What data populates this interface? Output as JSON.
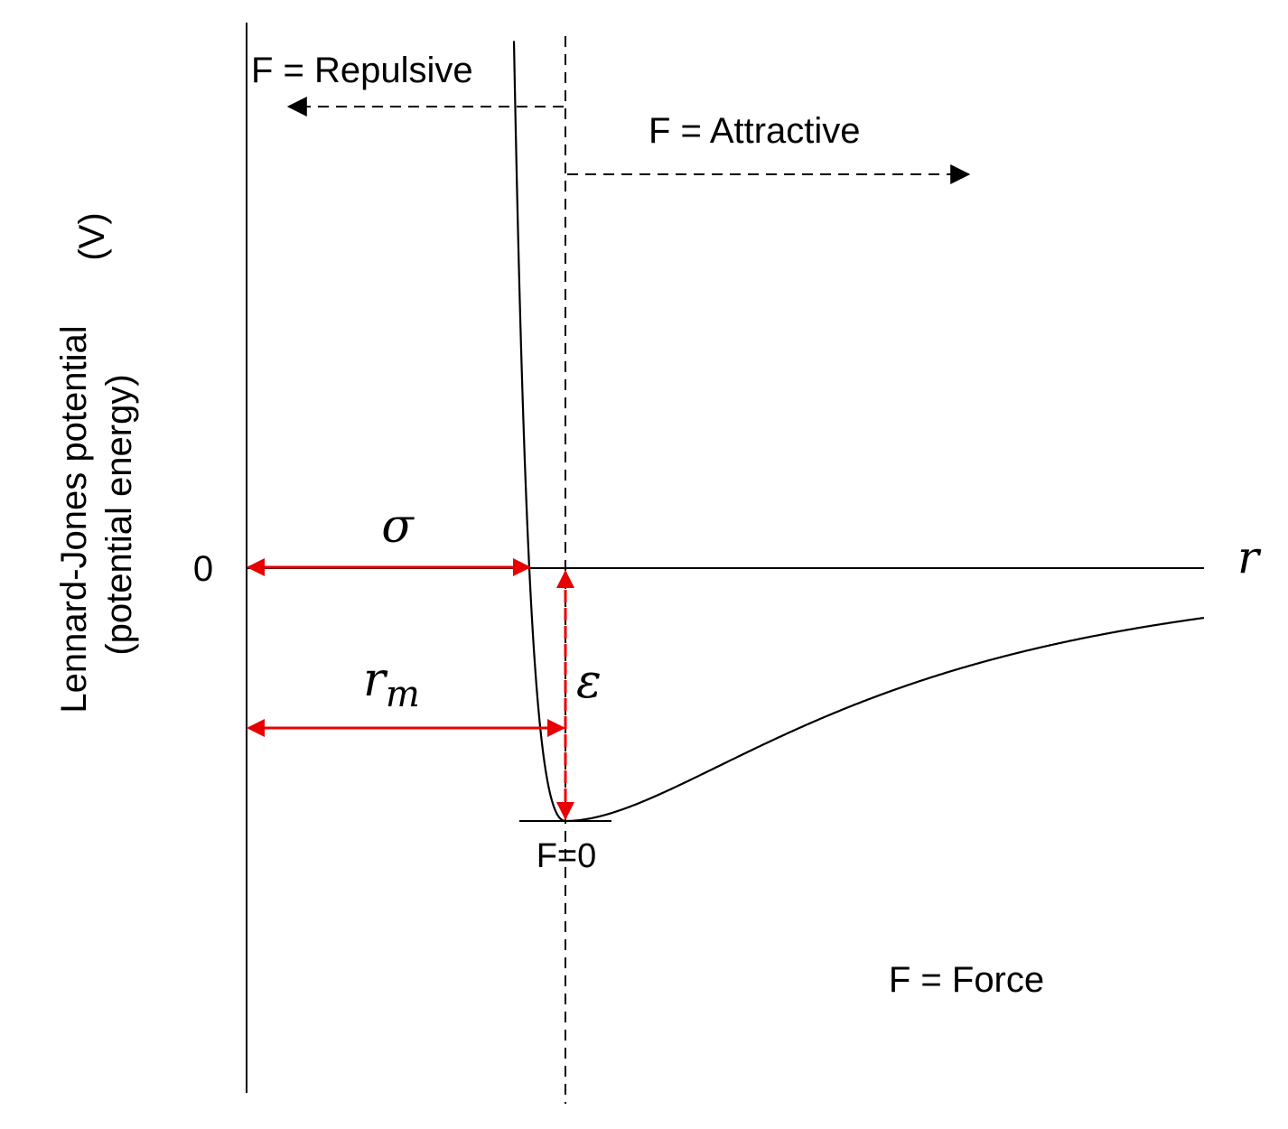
{
  "y_axis": {
    "label_line1": "Lennard-Jones potential",
    "label_line2": "(potential energy)",
    "unit": "(V)",
    "zero_label": "0"
  },
  "x_axis": {
    "label": "r"
  },
  "annotations": {
    "repulsive": "F = Repulsive",
    "attractive": "F = Attractive",
    "zero_force": "F=0",
    "force_legend": "F = Force",
    "sigma": "σ",
    "rm_base": "r",
    "rm_sub": "m",
    "epsilon": "ε"
  },
  "colors": {
    "curve": "#000000",
    "dimension_arrows": "#e80000",
    "dashed_guides": "#000000"
  }
}
